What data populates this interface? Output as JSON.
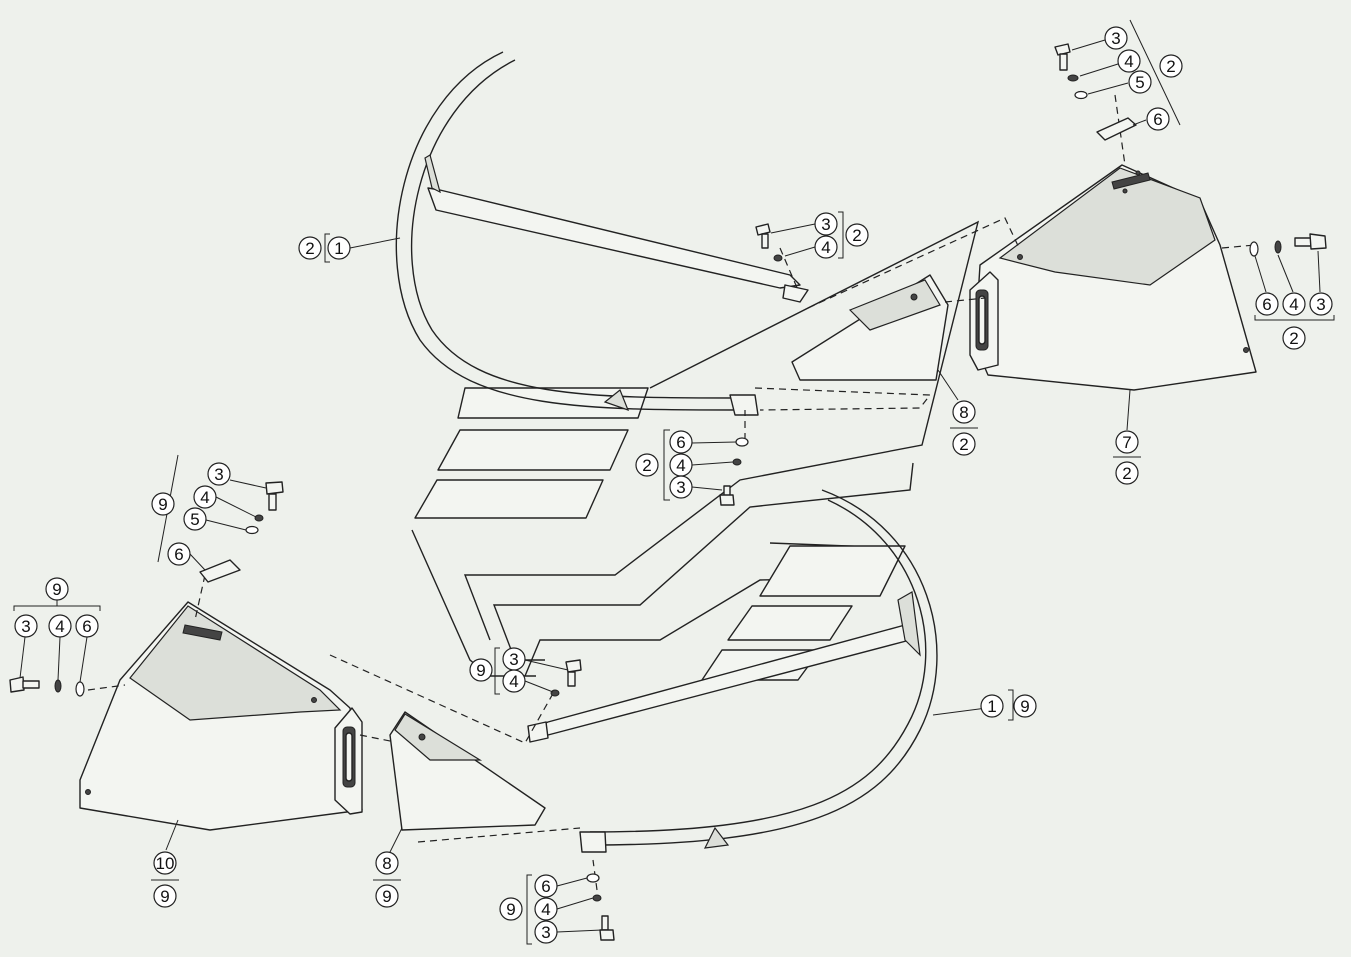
{
  "callouts": {
    "c01": "1",
    "c02": "2",
    "c03": "3",
    "c04": "4",
    "c05": "2",
    "c06": "3",
    "c07": "4",
    "c08": "5",
    "c09": "6",
    "c10": "2",
    "c11": "6",
    "c12": "4",
    "c13": "3",
    "c14": "2",
    "c15": "7",
    "c16": "2",
    "c17": "8",
    "c18": "2",
    "c19": "6",
    "c20": "4",
    "c21": "3",
    "c22": "2",
    "c23": "3",
    "c24": "4",
    "c25": "5",
    "c26": "6",
    "c27": "9",
    "c28": "9",
    "c29": "3",
    "c30": "4",
    "c31": "6",
    "c32": "10",
    "c33": "9",
    "c34": "8",
    "c35": "9",
    "c36": "3",
    "c37": "4",
    "c38": "9",
    "c39": "1",
    "c40": "9",
    "c41": "6",
    "c42": "4",
    "c43": "3",
    "c44": "9"
  }
}
